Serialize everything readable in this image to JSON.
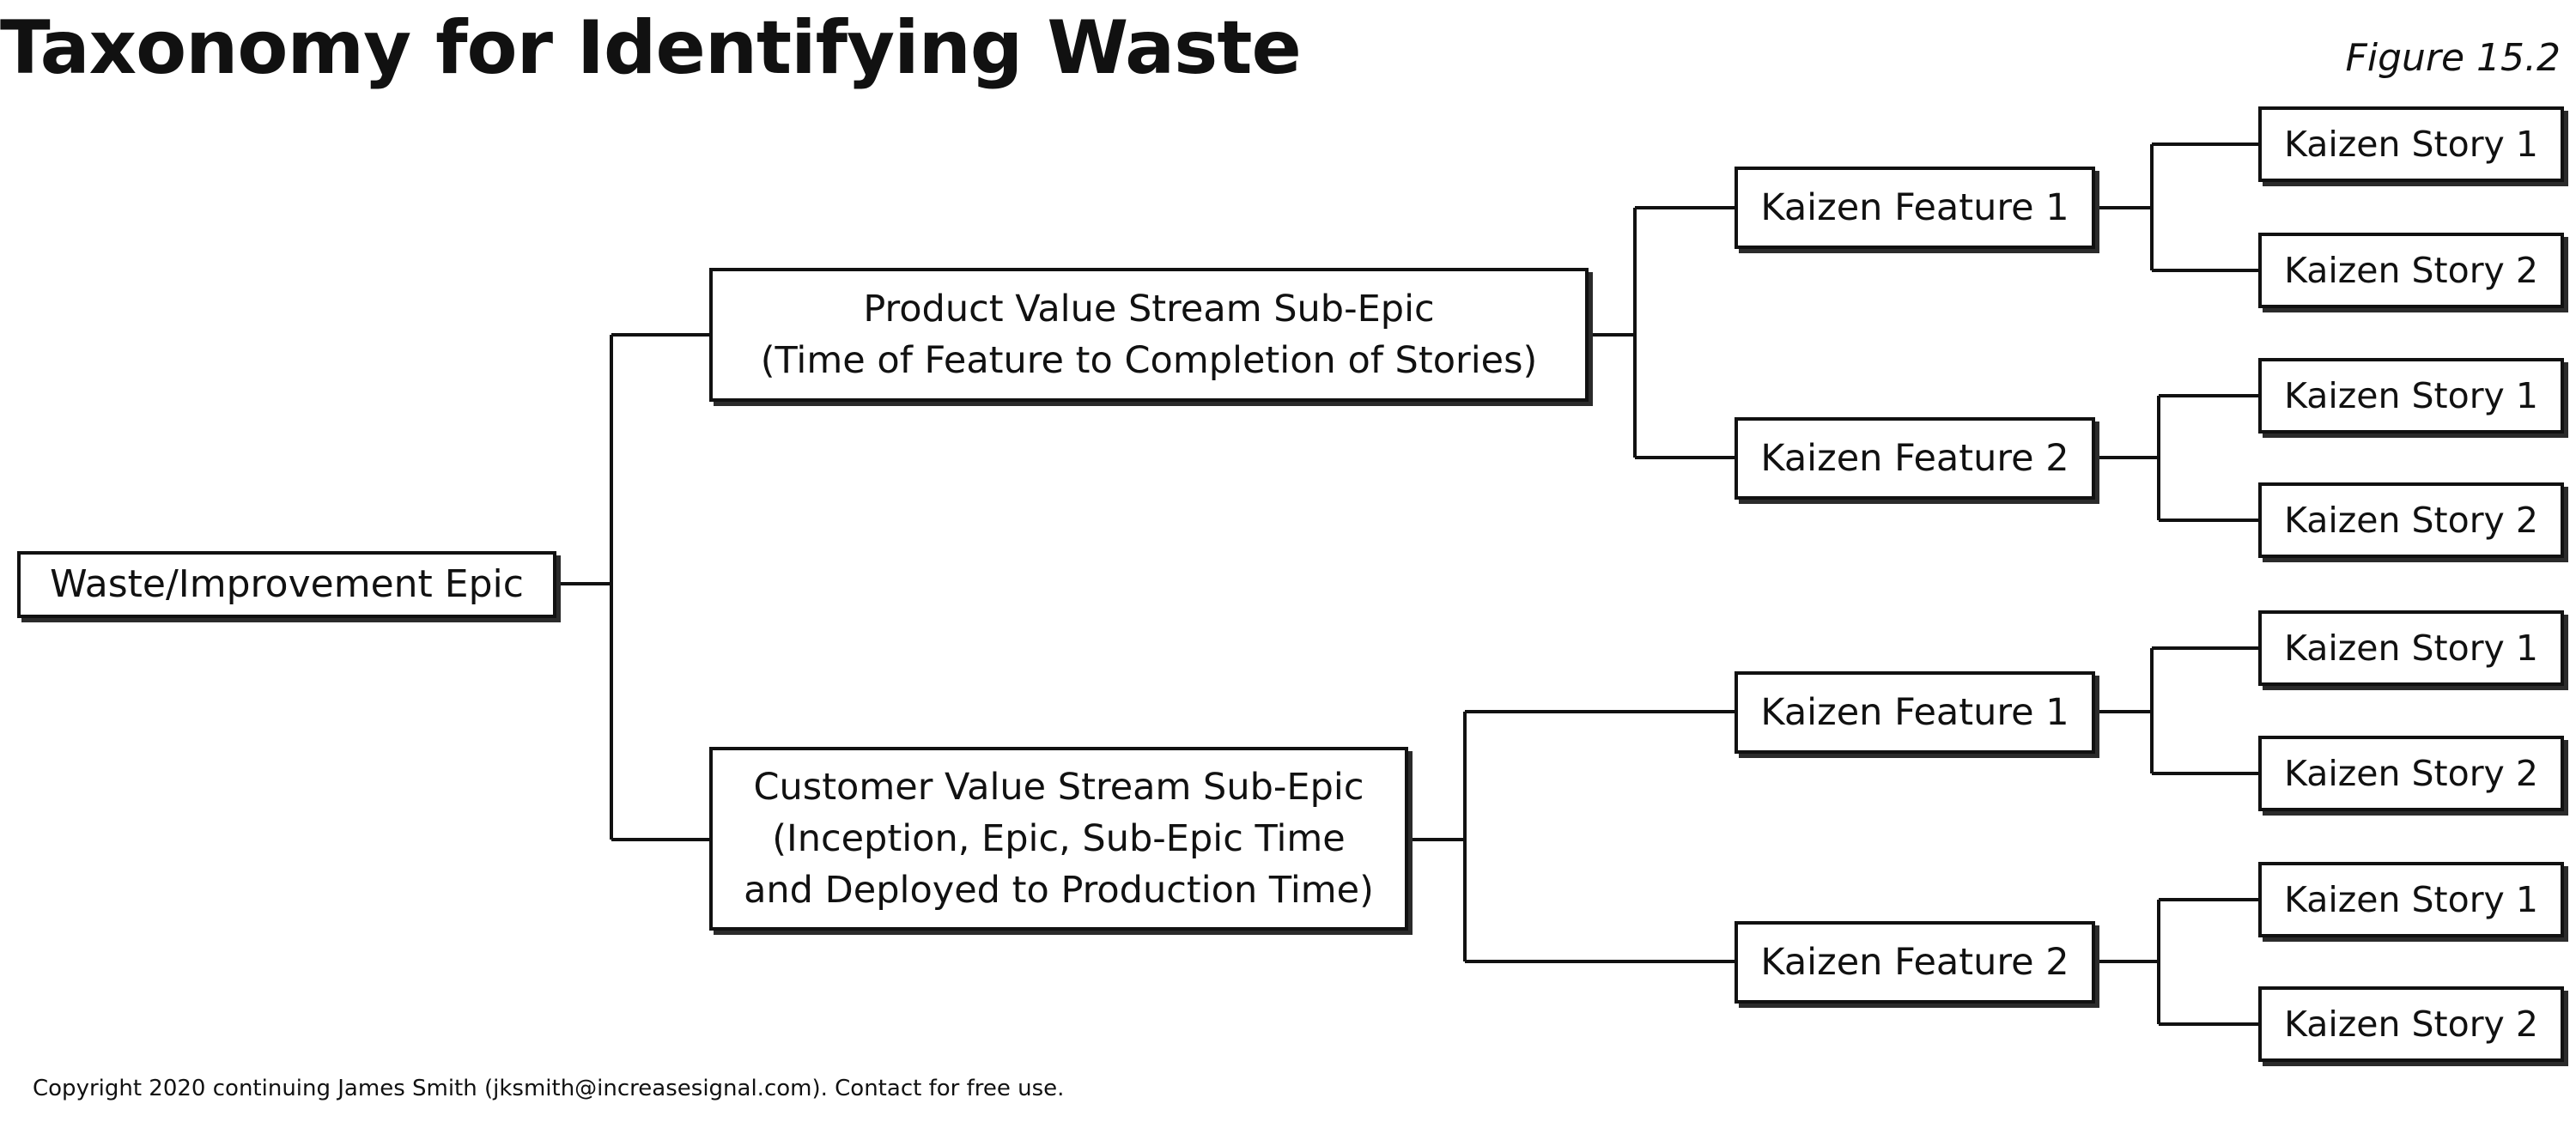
{
  "title": "Taxonomy for Identifying Waste",
  "figure_label": "Figure 15.2",
  "copyright": "Copyright 2020 continuing James Smith (jksmith@increasesignal.com). Contact for free use.",
  "root": {
    "label": "Waste/Improvement Epic"
  },
  "sub_epics": [
    {
      "lines": [
        "Product Value Stream Sub-Epic",
        "(Time of Feature to Completion of Stories)"
      ],
      "features": [
        {
          "label": "Kaizen Feature 1",
          "stories": [
            "Kaizen Story 1",
            "Kaizen Story 2"
          ]
        },
        {
          "label": "Kaizen Feature 2",
          "stories": [
            "Kaizen Story 1",
            "Kaizen Story 2"
          ]
        }
      ]
    },
    {
      "lines": [
        "Customer Value Stream Sub-Epic",
        "(Inception, Epic, Sub-Epic Time",
        "and Deployed to Production Time)"
      ],
      "features": [
        {
          "label": "Kaizen Feature 1",
          "stories": [
            "Kaizen Story 1",
            "Kaizen Story 2"
          ]
        },
        {
          "label": "Kaizen Feature 2",
          "stories": [
            "Kaizen Story 1",
            "Kaizen Story 2"
          ]
        }
      ]
    }
  ]
}
